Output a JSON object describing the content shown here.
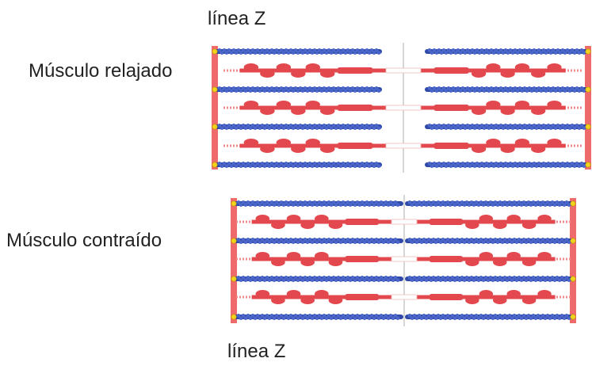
{
  "labels": {
    "z_line_top": "línea Z",
    "relaxed": "Músculo relajado",
    "contracted": "Músculo contraído",
    "z_line_bottom": "línea Z"
  },
  "colors": {
    "actin": "#4a66c8",
    "actin_dark": "#2f4aa8",
    "myosin": "#e2484d",
    "myosin_light": "#f08a8c",
    "z_disc": "#ef6a6a",
    "z_dot": "#f2d21d",
    "m_line": "#c9c9c9"
  },
  "sarcomeres": [
    {
      "name": "relaxed-sarcomere",
      "state": "relaxed"
    },
    {
      "name": "contracted-sarcomere",
      "state": "contracted"
    }
  ]
}
